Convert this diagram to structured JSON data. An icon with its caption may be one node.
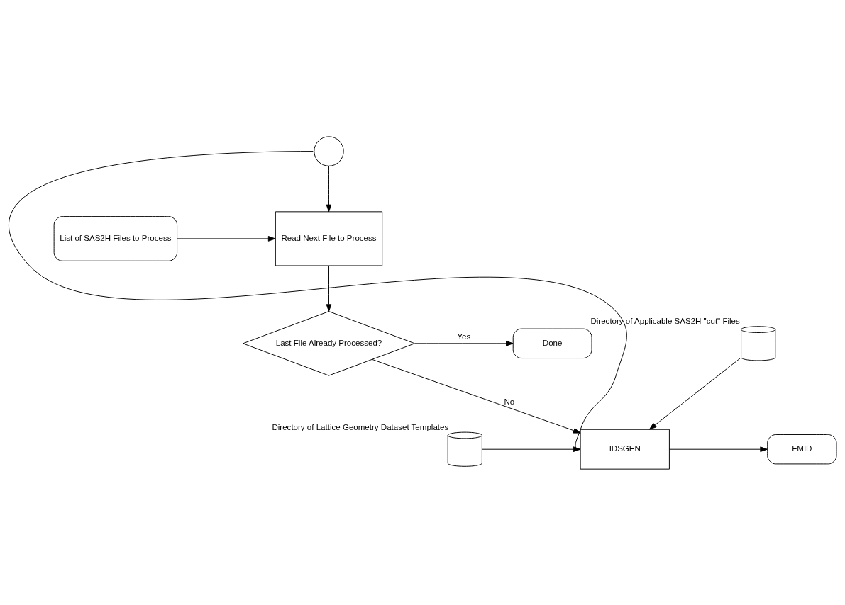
{
  "diagram": {
    "nodes": [
      {
        "text": [],
        "shape": "circle"
      },
      {
        "text": [
          "Read Next File to Process"
        ]
      },
      {
        "text": [
          "List of SAS2H Files to Process"
        ]
      },
      {
        "text": [
          "Last File Already Processed?"
        ]
      },
      {
        "text": [
          "Done"
        ]
      },
      {
        "text": [
          "IDSGEN"
        ]
      },
      {
        "text": [
          "FMID"
        ]
      },
      {
        "text": [],
        "shape": "cylinder",
        "beside": [
          "Directory of Lattice Geometry Dataset Templates"
        ]
      },
      {
        "text": [],
        "shape": "cylinder",
        "beside": [
          "Directory of Applicable SAS2H \"cut\" Files"
        ]
      }
    ],
    "edges": [
      {
        "from": 0,
        "to": 1,
        "arrow": "to"
      },
      {
        "from": 2,
        "to": 1,
        "arrow": "to"
      },
      {
        "from": 1,
        "to": 3,
        "arrow": "to"
      },
      {
        "from": 3,
        "to": 4,
        "label": "Yes",
        "arrow": "to"
      },
      {
        "from": 3,
        "to": 5,
        "label": "No",
        "arrow": "to"
      },
      {
        "from": 5,
        "to": 6,
        "arrow": "to"
      },
      {
        "from": 7,
        "to": 5,
        "arrow": "to"
      },
      {
        "from": 8,
        "to": 5,
        "arrow": "to"
      },
      {
        "from": 5,
        "to": 0,
        "arrow": "none"
      }
    ]
  }
}
